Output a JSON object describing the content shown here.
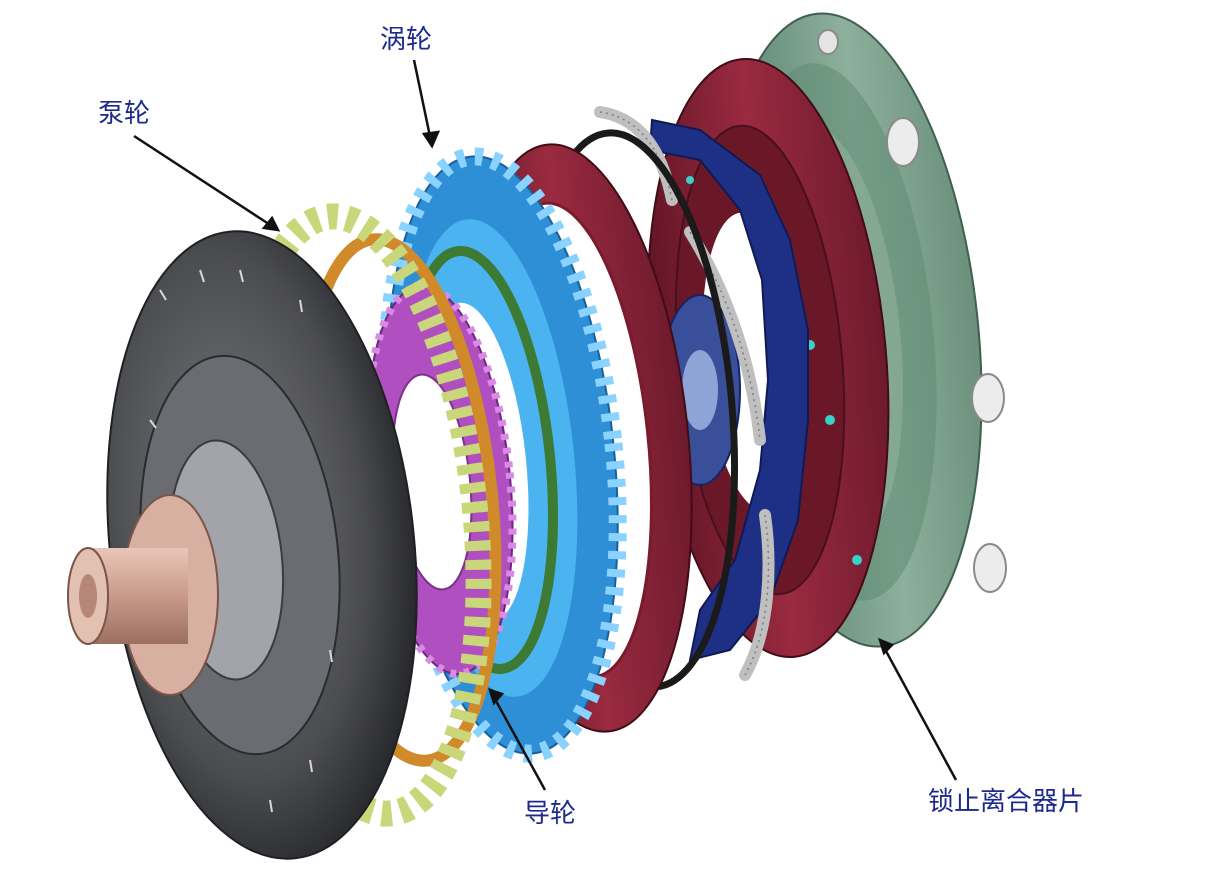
{
  "labels": {
    "pump": "泵轮",
    "turbine": "涡轮",
    "stator": "导轮",
    "lockup_clutch": "锁止离合器片"
  },
  "colors": {
    "label": "#1c2a8c",
    "leader": "#111111",
    "pump_shell": "#4a4b4f",
    "pump_blades": "#c9d77a",
    "orange_ring": "#d08a2a",
    "stator": "#b04fc0",
    "turbine": "#3aa6e6",
    "green_ring": "#3d7a33",
    "red_plate": "#8a1f33",
    "springs": "#d9d9d9",
    "damper": "#1e2f86",
    "green_cover": "#7da089"
  }
}
